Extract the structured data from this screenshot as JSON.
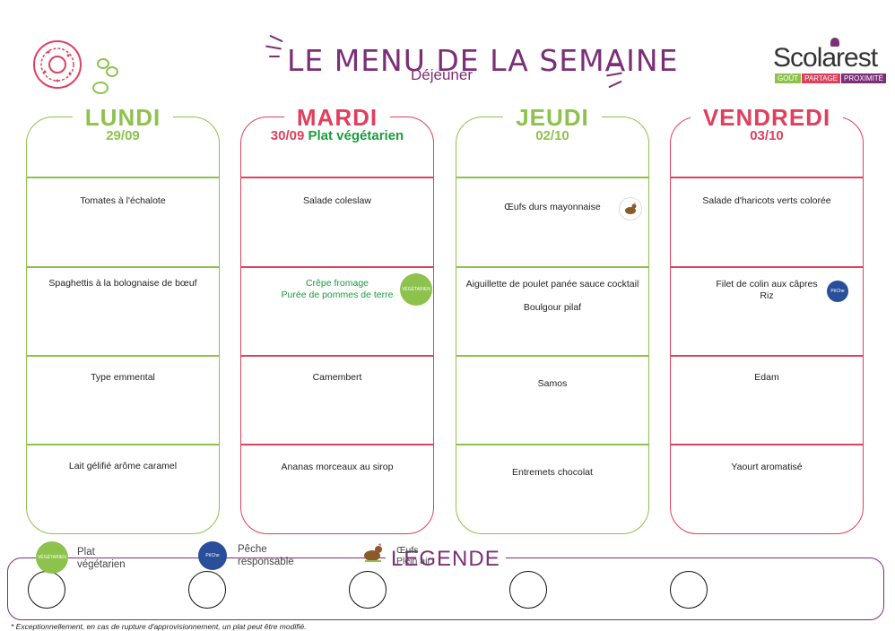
{
  "header": {
    "title": "LE MENU DE LA SEMAINE",
    "subtitle": "Déjeuner"
  },
  "brand": {
    "name": "Scolarest",
    "tagline": [
      "GOÛT",
      "PARTAGE",
      "PROXIMITÉ"
    ],
    "colors": [
      "#8dc24c",
      "#e0405e",
      "#7b2f77"
    ]
  },
  "days": [
    {
      "name": "LUNDI",
      "date": "29/09",
      "color": "#8dc24c",
      "items": [
        "Tomates à l'échalote",
        "Spaghettis à la bolognaise de bœuf",
        "Type emmental",
        "Lait gélifié arôme caramel"
      ]
    },
    {
      "name": "MARDI",
      "date": "30/09",
      "date_extra": "Plat végétarien",
      "color": "#e0405e",
      "items": [
        "Salade coleslaw",
        "Crêpe fromage",
        "Purée de pommes de terre",
        "Camembert",
        "Ananas morceaux au sirop"
      ]
    },
    {
      "name": "JEUDI",
      "date": "02/10",
      "color": "#8dc24c",
      "items": [
        "Œufs durs mayonnaise",
        "Aiguillette de poulet panée sauce cocktail",
        "Boulgour pilaf",
        "Samos",
        "Entremets chocolat"
      ]
    },
    {
      "name": "VENDREDI",
      "date": "03/10",
      "color": "#e0405e",
      "items": [
        "Salade d'haricots verts colorée",
        "Filet de colin aux câpres",
        "Riz",
        "Edam",
        "Yaourt aromatisé"
      ]
    }
  ],
  "badges": {
    "vegetarian": "VÉGÉTARIEN",
    "fishing": "PêChe"
  },
  "legend": {
    "title": "LEGENDE",
    "entries": [
      {
        "line1": "Plat",
        "line2": "végétarien",
        "icon": "vegetarian-icon"
      },
      {
        "line1": "Pêche",
        "line2": "responsable",
        "icon": "fish-icon"
      },
      {
        "line1": "Œufs",
        "line2": "Plein air",
        "icon": "hen-icon"
      }
    ]
  },
  "footnote": "* Exceptionnellement, en cas de rupture d'approvisionnement, un plat peut être modifié."
}
